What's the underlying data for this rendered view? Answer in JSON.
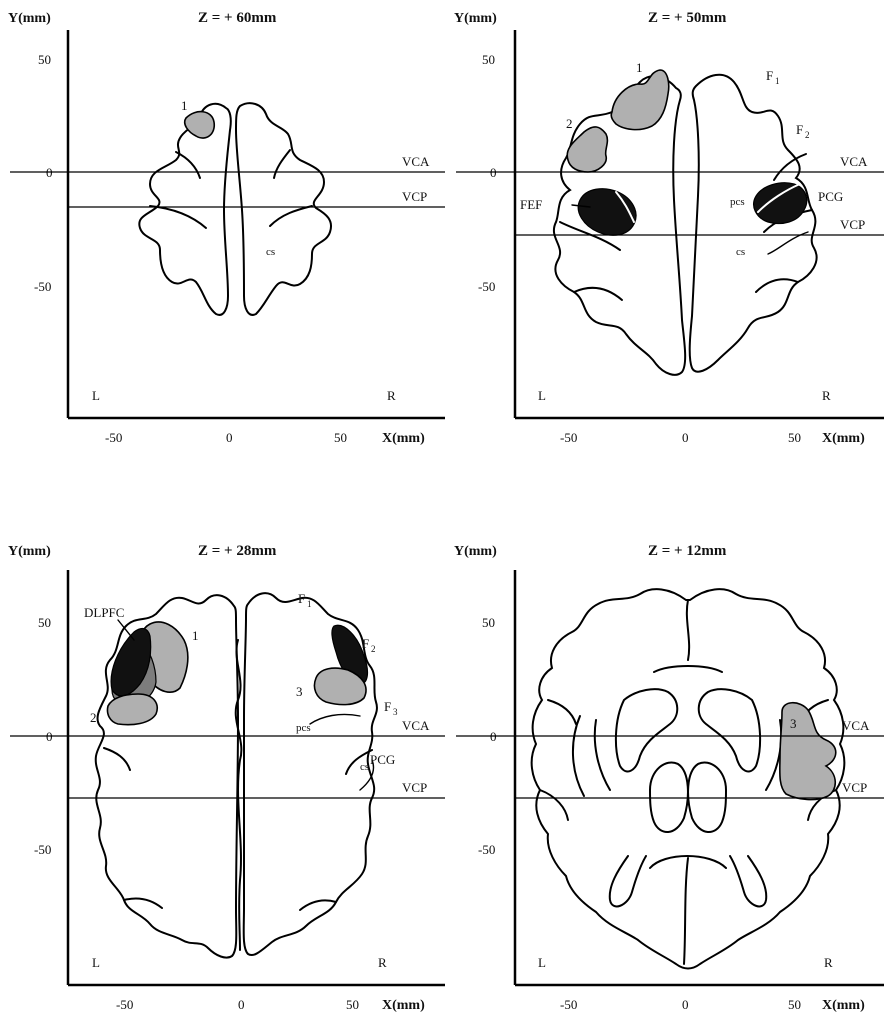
{
  "panels": [
    {
      "title": "Z = + 60mm",
      "y_axis_label": "Y(mm)",
      "x_axis_label": "X(mm)",
      "y_ticks": [
        "50",
        "0",
        "-50"
      ],
      "x_ticks": [
        "-50",
        "0",
        "50"
      ],
      "ref_lines": [
        "VCA",
        "VCP"
      ],
      "hemisphere_left": "L",
      "hemisphere_right": "R",
      "region_labels": [
        "1",
        "cs"
      ]
    },
    {
      "title": "Z = + 50mm",
      "y_axis_label": "Y(mm)",
      "x_axis_label": "X(mm)",
      "y_ticks": [
        "50",
        "0",
        "-50"
      ],
      "x_ticks": [
        "-50",
        "0",
        "50"
      ],
      "ref_lines": [
        "VCA",
        "VCP"
      ],
      "hemisphere_left": "L",
      "hemisphere_right": "R",
      "region_labels": [
        "1",
        "2",
        "F",
        "1",
        "F",
        "2",
        "FEF",
        "pcs",
        "PCG",
        "cs"
      ]
    },
    {
      "title": "Z = + 28mm",
      "y_axis_label": "Y(mm)",
      "x_axis_label": "X(mm)",
      "y_ticks": [
        "50",
        "0",
        "-50"
      ],
      "x_ticks": [
        "-50",
        "0",
        "50"
      ],
      "ref_lines": [
        "VCA",
        "VCP"
      ],
      "hemisphere_left": "L",
      "hemisphere_right": "R",
      "region_labels": [
        "DLPFC",
        "1",
        "2",
        "F",
        "1",
        "F",
        "2",
        "3",
        "F",
        "3",
        "pcs",
        "cs",
        "PCG"
      ]
    },
    {
      "title": "Z = + 12mm",
      "y_axis_label": "Y(mm)",
      "x_axis_label": "X(mm)",
      "y_ticks": [
        "50",
        "0",
        "-50"
      ],
      "x_ticks": [
        "-50",
        "0",
        "50"
      ],
      "ref_lines": [
        "VCA",
        "VCP"
      ],
      "hemisphere_left": "L",
      "hemisphere_right": "R",
      "region_labels": [
        "3"
      ]
    }
  ],
  "colors": {
    "ink": "#000000",
    "light_gray": "#b0b0b0",
    "dark_gray": "#7d7d7d",
    "black_fill": "#111111",
    "background": "#ffffff"
  }
}
